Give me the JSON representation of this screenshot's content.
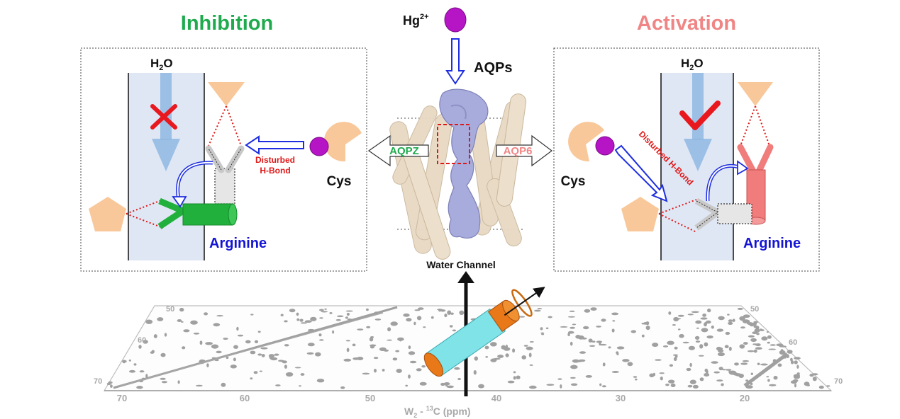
{
  "titles": {
    "inhibition": "Inhibition",
    "activation": "Activation"
  },
  "ion": {
    "base": "Hg",
    "charge": "2+"
  },
  "labels": {
    "aqps": "AQPs",
    "water_channel": "Water Channel",
    "aqpz": "AQPZ",
    "aqp6": "AQP6",
    "cys_left": "Cys",
    "cys_right": "Cys",
    "arginine_left": "Arginine",
    "arginine_right": "Arginine",
    "water_left": {
      "base": "H",
      "sub": "2",
      "tail": "O"
    },
    "water_right": {
      "base": "H",
      "sub": "2",
      "tail": "O"
    },
    "disturbed_left": [
      "Disturbed",
      "H-Bond"
    ],
    "disturbed_right": "Disturbed H-Bond"
  },
  "spectrum": {
    "axis_label": {
      "w": "W",
      "sub": "2",
      "dash": " - ",
      "sup": "13",
      "tail": "C  (ppm)"
    },
    "x_ticks": [
      "70",
      "60",
      "50",
      "40",
      "30",
      "20"
    ],
    "y_ticks_left": [
      "50",
      "60",
      "70"
    ],
    "y_ticks_right": [
      "50",
      "60",
      "70"
    ]
  },
  "colors": {
    "inhibition_title": "#1faa4d",
    "activation_title": "#f08585",
    "arginine_text": "#1414d4",
    "disturbed_text": "#e01818",
    "aqpz_text": "#1faa4d",
    "aqp6_text": "#f08585",
    "channel_fill": "#dfe7f5",
    "water_arrow": "#8fb7e2",
    "pentagon": "#f8c89a",
    "hg_ion": "#b515c4",
    "cross": "#e8181e",
    "check": "#e8181e",
    "arginine_green": "#22b03c",
    "arginine_red": "#f07c7c",
    "protein_helix": "#e8d9c3",
    "channel_surface": "#a8acdc",
    "rotor_body": "#7fe3e8",
    "rotor_cap": "#e87818",
    "spectrum_peaks": "#a0a0a0"
  },
  "icons": [
    "cross-icon",
    "check-icon",
    "hg-ion-icon",
    "pacman-icon",
    "rotor-icon"
  ]
}
